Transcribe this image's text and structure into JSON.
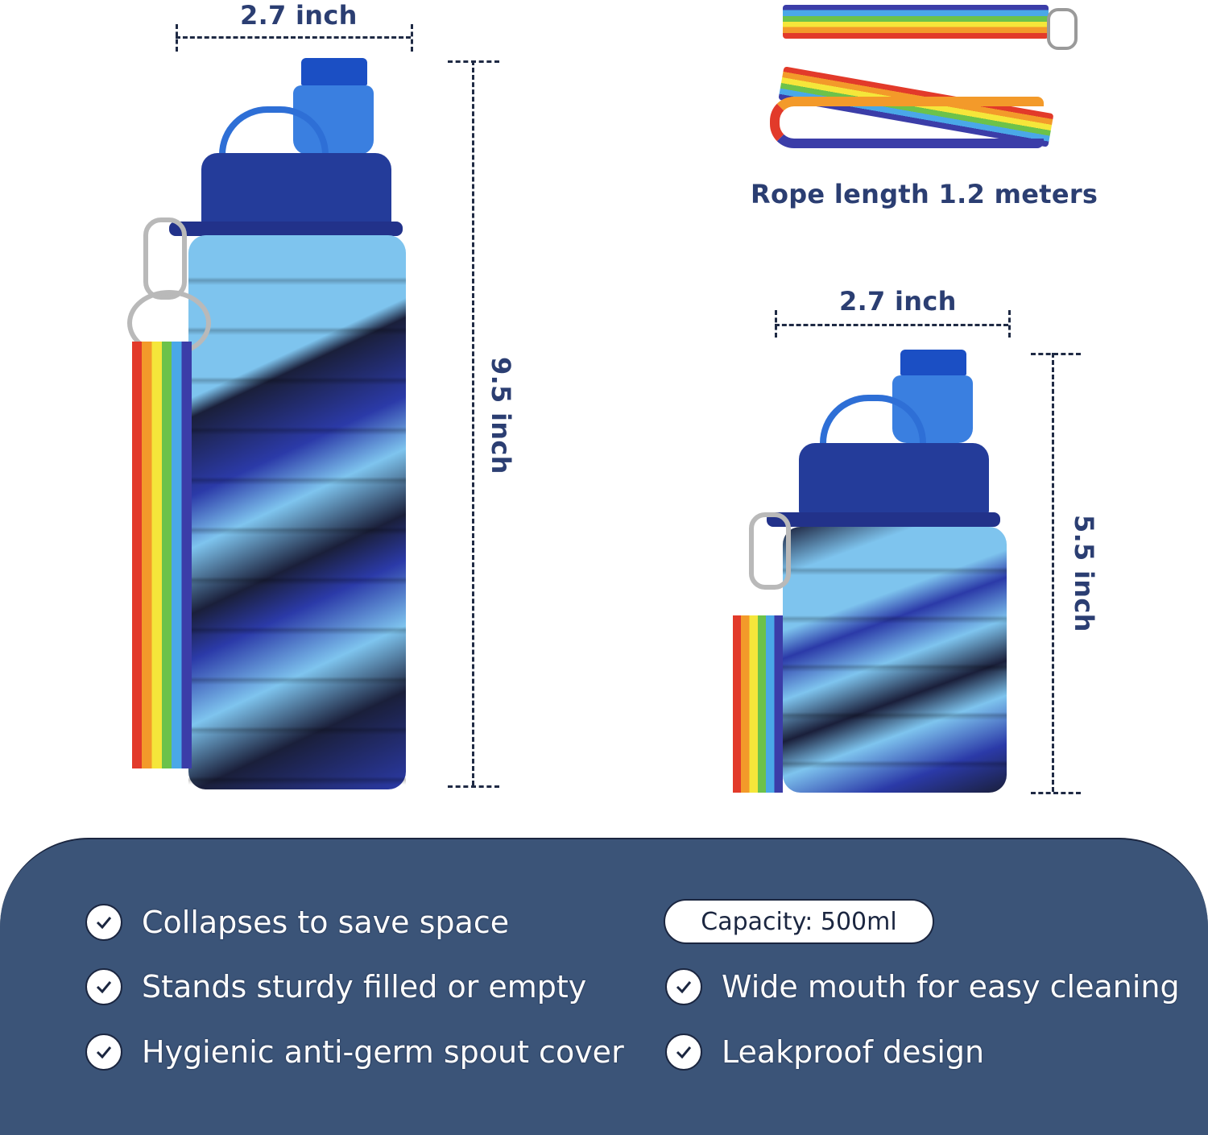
{
  "large_bottle": {
    "width_label": "2.7 inch",
    "height_label": "9.5 inch"
  },
  "lanyard": {
    "caption": "Rope length 1.2 meters"
  },
  "small_bottle": {
    "width_label": "2.7 inch",
    "height_label": "5.5 inch"
  },
  "features_panel": {
    "capacity_badge": "Capacity: 500ml",
    "left_features": [
      {
        "label": "Collapses to save space",
        "icon": "check-circle-icon"
      },
      {
        "label": "Stands sturdy filled or empty",
        "icon": "check-circle-icon"
      },
      {
        "label": "Hygienic anti-germ spout cover",
        "icon": "check-circle-icon"
      }
    ],
    "right_features": [
      {
        "label": "Wide mouth for easy cleaning",
        "icon": "check-circle-icon"
      },
      {
        "label": "Leakproof design",
        "icon": "check-circle-icon"
      }
    ]
  },
  "colors": {
    "panel_bg": "#3b5478",
    "dimension_text": "#2b3e72",
    "lid_blue": "#1f3a8f",
    "light_blue": "#7ec4ee",
    "royal_blue": "#2b3aa8",
    "dark_navy": "#1a1f3a"
  }
}
